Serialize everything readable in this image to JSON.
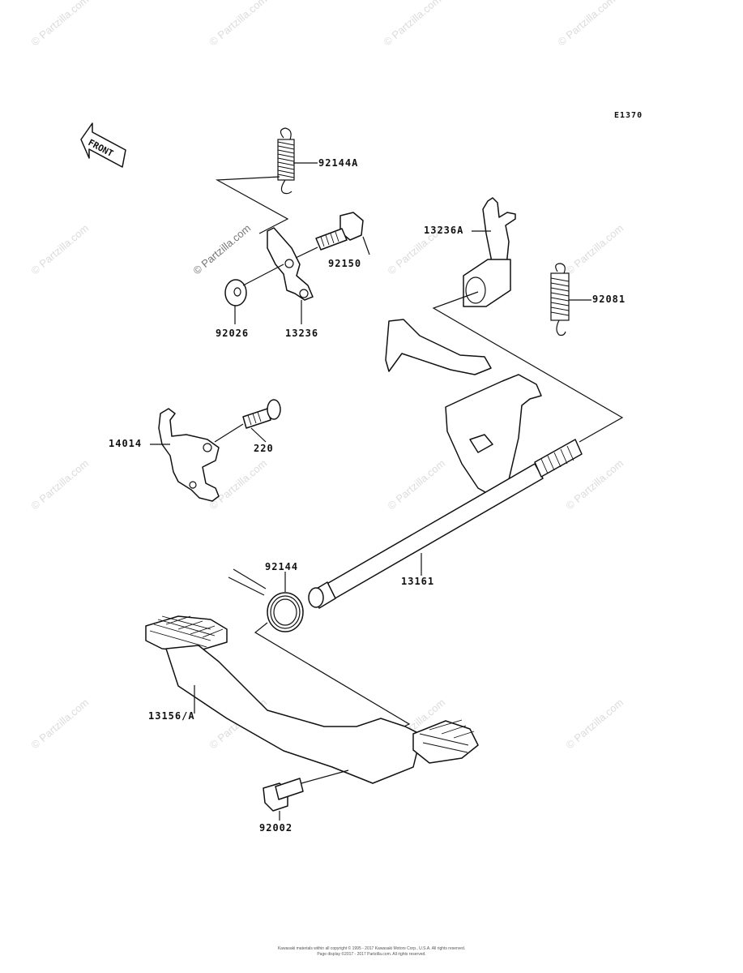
{
  "diagram_code": "E1370",
  "front_label": "FRONT",
  "watermark": "© Partzilla.com",
  "parts": [
    {
      "id": "92144A"
    },
    {
      "id": "92150"
    },
    {
      "id": "92026"
    },
    {
      "id": "13236"
    },
    {
      "id": "13236A"
    },
    {
      "id": "92081"
    },
    {
      "id": "14014"
    },
    {
      "id": "220"
    },
    {
      "id": "92144"
    },
    {
      "id": "13161"
    },
    {
      "id": "13156/A"
    },
    {
      "id": "92002"
    }
  ],
  "copyright_line1": "Kawasaki materials within all copyright © 1995 - 2017 Kawasaki Motors Corp., U.S.A. All rights reserved.",
  "copyright_line2": "Page display ©2017 - 2017 Partzilla.com. All rights reserved."
}
